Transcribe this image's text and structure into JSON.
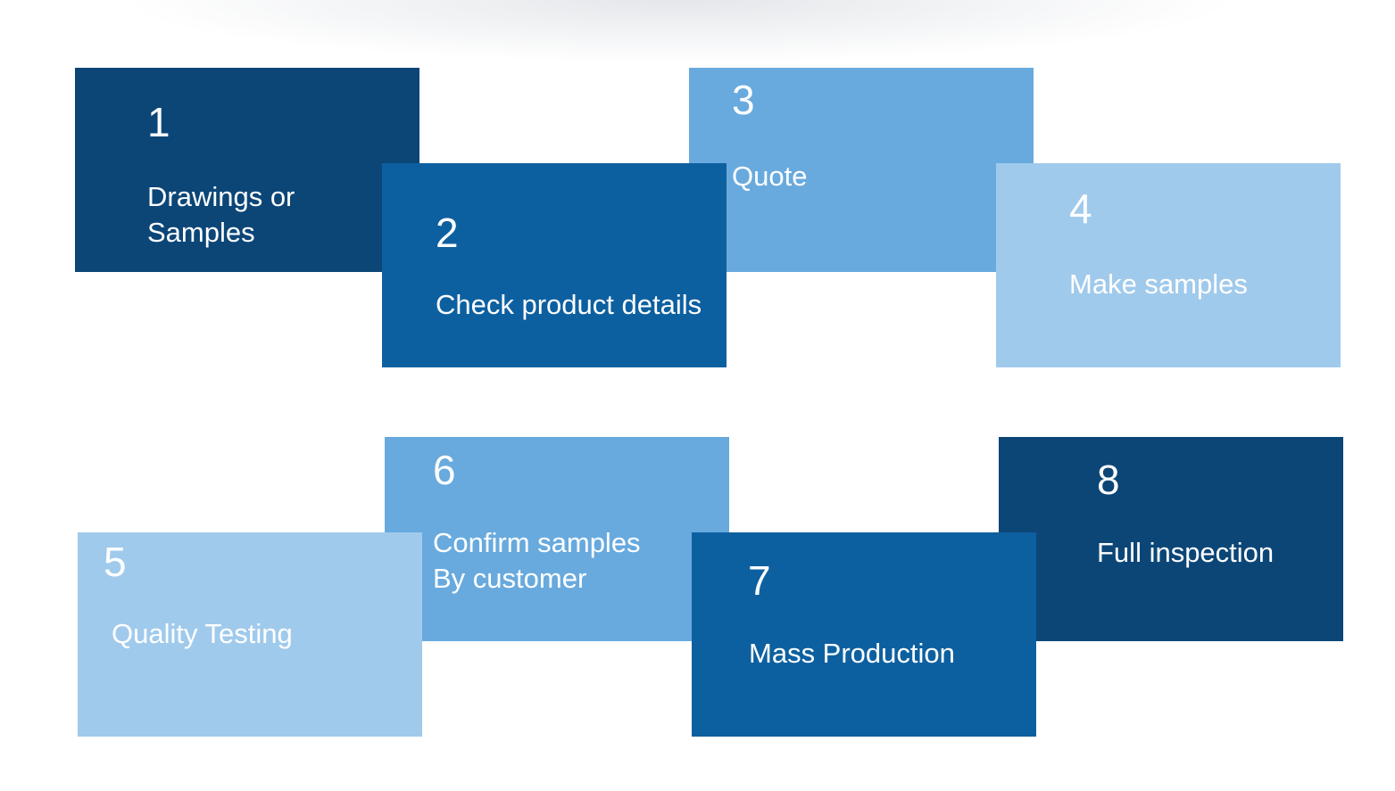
{
  "steps": [
    {
      "number": "1",
      "label": "Drawings or\nSamples"
    },
    {
      "number": "2",
      "label": "Check product details"
    },
    {
      "number": "3",
      "label": "Quote"
    },
    {
      "number": "4",
      "label": "Make samples"
    },
    {
      "number": "5",
      "label": "Quality Testing"
    },
    {
      "number": "6",
      "label": "Confirm samples\nBy customer"
    },
    {
      "number": "7",
      "label": "Mass Production"
    },
    {
      "number": "8",
      "label": "Full inspection"
    }
  ],
  "colors": {
    "dark_blue": "#0c4677",
    "medium_blue": "#0d60a0",
    "light_blue": "#68aade",
    "pale_blue": "#a0caec",
    "text": "#ffffff"
  }
}
